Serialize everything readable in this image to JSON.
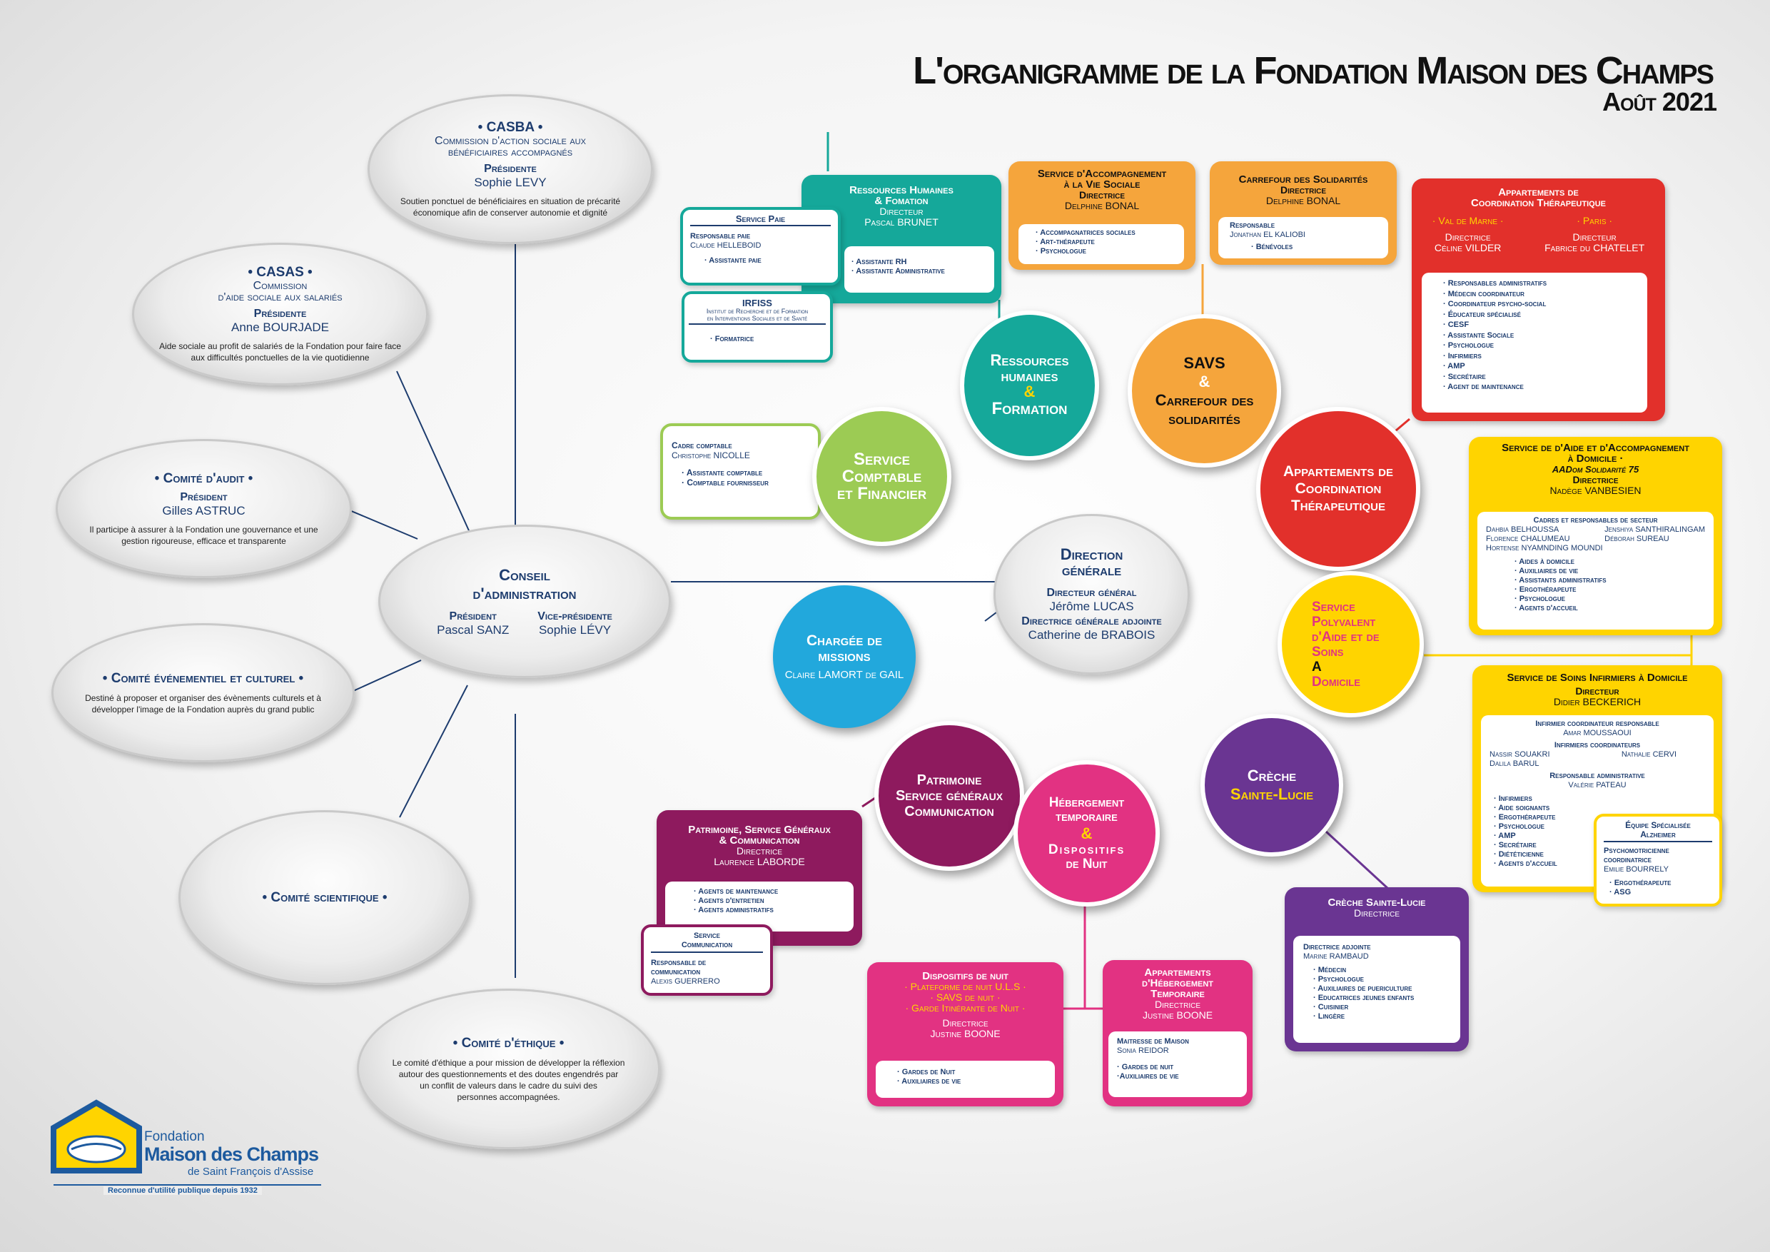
{
  "header": {
    "title": "L'organigramme de la Fondation Maison des Champs",
    "date": "Août 2021"
  },
  "colors": {
    "navy": "#1d3c6e",
    "teal": "#15a89a",
    "orange": "#f5a53c",
    "red": "#e2302b",
    "yellow": "#ffd400",
    "blue": "#22a8dc",
    "purple": "#6a3592",
    "magenta": "#e23282",
    "plum": "#8e1a5e",
    "green": "#9ccb54"
  },
  "conseil": {
    "title1": "Conseil",
    "title2": "d'administration",
    "president_role": "Président",
    "president_name": "Pascal SANZ",
    "vp_role": "Vice-présidente",
    "vp_name": "Sophie LÉVY"
  },
  "casba": {
    "title": "• CASBA •",
    "subtitle1": "Commission d'action sociale aux",
    "subtitle2": "bénéficiaires accompagnés",
    "role": "Présidente",
    "name": "Sophie LEVY",
    "desc1": "Soutien ponctuel de bénéficiaires en situation de précarité",
    "desc2": "économique afin de conserver autonomie et dignité"
  },
  "casas": {
    "title": "• CASAS •",
    "subtitle1": "Commission",
    "subtitle2": "d'aide sociale aux salariés",
    "role": "Présidente",
    "name": "Anne BOURJADE",
    "desc1": "Aide sociale au profit de salariés de la Fondation pour faire face",
    "desc2": "aux difficultés ponctuelles de la vie quotidienne"
  },
  "audit": {
    "title": "• Comité d'audit •",
    "role": "Président",
    "name": "Gilles ASTRUC",
    "desc1": "Il participe à assurer à la Fondation une gouvernance et une",
    "desc2": "gestion rigoureuse, efficace et transparente"
  },
  "evenementiel": {
    "title": "• Comité événementiel et culturel •",
    "desc1": "Destiné à proposer et organiser des évènements culturels et à",
    "desc2": "développer l'image de la Fondation auprès du grand public"
  },
  "scientifique": {
    "title": "• Comité scientifique •"
  },
  "ethique": {
    "title": "• Comité d'éthique •",
    "desc1": "Le comité  d'éthique a pour mission de développer la réflexion",
    "desc2": "autour des questionnements et des doutes engendrés par",
    "desc3": "un conflit de valeurs dans le cadre du suivi des",
    "desc4": "personnes accompagnées."
  },
  "logo": {
    "line1": "Fondation",
    "line2": "Maison des Champs",
    "line3": "de Saint François d'Assise",
    "line4": "Reconnue d'utilité publique depuis 1932"
  },
  "dg": {
    "title1": "Direction",
    "title2": "générale",
    "role1": "Directeur général",
    "name1": "Jérôme LUCAS",
    "role2": "Directrice générale adjointe",
    "name2": "Catherine de BRABOIS"
  },
  "missions": {
    "title1": "Chargée de",
    "title2": "missions",
    "name": "Claire LAMORT de GAIL"
  },
  "comptable": {
    "circle1": "Service",
    "circle2": "Comptable",
    "circle3": "et Financier",
    "box_role": "Cadre comptable",
    "box_name": "Christophe NICOLLE",
    "items": [
      "· Assistante comptable",
      "· Comptable fournisseur"
    ]
  },
  "rh": {
    "circle1": "Ressources",
    "circle2": "humaines",
    "circle3": "&",
    "circle4": "Formation",
    "box_title1": "Ressources Humaines",
    "box_title2": "& Fomation",
    "box_role": "Directeur",
    "box_name": "Pascal BRUNET",
    "items": [
      "· Assistante RH",
      "· Assistante Administrative"
    ],
    "paie": {
      "title": "Service Paie",
      "role": "Responsable paie",
      "name": "Claude HELLEBOID",
      "item": "· Assistante paie"
    },
    "irfiss": {
      "title": "IRFISS",
      "sub1": "Institut de Recherche et de Formation",
      "sub2": "en Interventions Sociales et de Santé",
      "item": "· Formatrice"
    }
  },
  "savs": {
    "circle1": "SAVS",
    "circle2": "&",
    "circle3": "Carrefour des",
    "circle4": "solidarités",
    "box_title1": "Service d'Accompagnement",
    "box_title2": "à la Vie Sociale",
    "box_role": "Directrice",
    "box_name": "Delphine BONAL",
    "items": [
      "· Accompagnatrices sociales",
      "· Art-thérapeute",
      "· Psychologue"
    ]
  },
  "carrefour": {
    "title": "Carrefour des Solidarités",
    "role": "Directrice",
    "name": "Delphine BONAL",
    "resp_role": "Responsable",
    "resp_name": "Jonathan EL KALIOBI",
    "item": "· Bénévoles"
  },
  "act": {
    "circle1": "Appartements de",
    "circle2": "Coordination",
    "circle3": "Thérapeutique",
    "box_title1": "Appartements de",
    "box_title2": "Coordination Thérapeutique",
    "loc1": "· Val de Marne ·",
    "loc2": "· Paris ·",
    "role1": "Directrice",
    "name1": "Céline VILDER",
    "role2": "Directeur",
    "name2": "Fabrice du CHATELET",
    "items": [
      "· Responsables administratifs",
      "· Médecin coordinateur",
      "· Coordinateur psycho-social",
      "· Éducateur spécialisé",
      "· CESF",
      "· Assistante Sociale",
      "· Psychologue",
      "· Infirmiers",
      "· AMP",
      "· Secrétaire",
      "· Agent de maintenance"
    ]
  },
  "spasad": {
    "l1": "Service",
    "l2": "Polyvalent",
    "l3": "d'Aide et de",
    "l4": "Soins",
    "l5": "A",
    "l6": "Domicile"
  },
  "saad": {
    "title1": "Service de d'Aide et d'Accompagnement",
    "title2": "à Domicile ·",
    "title3": "AADom Solidarité 75",
    "role": "Directrice",
    "name": "Nadège VANBESIEN",
    "sect_title": "Cadres et responsables de secteur",
    "names_left": [
      "Dahbia BELHOUSSA",
      "Florence CHALUMEAU",
      "Hortense NYAMNDING MOUNDI"
    ],
    "names_right": [
      "Jenshiya SANTHIRALINGAM",
      "Déborah SUREAU"
    ],
    "items": [
      "· Aides à domicile",
      "· Auxiliaires de vie",
      "· Assistants administratifs",
      "· Ergothérapeute",
      "· Psychologue",
      "· Agents d'accueil"
    ]
  },
  "ssiad": {
    "title": "Service de Soins Infirmiers à Domicile",
    "role": "Directeur",
    "name": "Didier BECKERICH",
    "r1": "Infirmier coordinateur responsable",
    "n1": "Amar MOUSSAOUI",
    "r2": "Infirmiers coordinateurs",
    "n2a": "Nassir SOUAKRI",
    "n2b": "Nathalie CERVI",
    "n2c": "Dalila BARUL",
    "r3": "Responsable administrative",
    "n3": "Valérie PATEAU",
    "items": [
      "· Infirmiers",
      "· Aide soignants",
      "· Ergothérapeute",
      "· Psychologue",
      "· AMP",
      "· Secrétaire",
      "· Diététicienne",
      "· Agents d'accueil"
    ],
    "esa": {
      "title1": "Équipe Spécialisée",
      "title2": "Alzheimer",
      "r1": "Psychomotricienne",
      "r2": "coordinatrice",
      "name": "Emilie BOURRELY",
      "items": [
        "· Ergothérapeute",
        "· ASG"
      ]
    }
  },
  "creche": {
    "circle1": "Crèche",
    "circle2": "Sainte-Lucie",
    "box_title": "Crèche Sainte-Lucie",
    "box_role": "Directrice",
    "adj_role": "Directrice adjointe",
    "adj_name": "Marine RAMBAUD",
    "items": [
      "· Médecin",
      "· Psychologue",
      "· Auxiliaires de puericulture",
      "· Educatrices jeunes enfants",
      "· Cuisinier",
      "· Lingère"
    ]
  },
  "patrimoine": {
    "circle1": "Patrimoine",
    "circle2": "Service généraux",
    "circle3": "Communication",
    "box_title1": "Patrimoine, Service Généraux",
    "box_title2": "& Communication",
    "box_role": "Directrice",
    "box_name": "Laurence LABORDE",
    "items": [
      "· Agents de maintenance",
      "· Agents d'entretien",
      "· Agents administratifs"
    ],
    "com": {
      "title1": "Service",
      "title2": "Communication",
      "role1": "Responsable de",
      "role2": "communication",
      "name": "Alexis GUERRERO"
    }
  },
  "hebergement": {
    "circle1": "Hébergement",
    "circle2": "temporaire",
    "circle3": "&",
    "circle4": "Dispositifs",
    "circle5": "de Nuit",
    "nuit": {
      "title": "Dispositifs de nuit",
      "o1": "· Plateforme de nuit U.L.S ·",
      "o2": "· SAVS de nuit ·",
      "o3": "· Garde Itinérante de Nuit ·",
      "role": "Directrice",
      "name": "Justine BOONE",
      "items": [
        "· Gardes de Nuit",
        "· Auxiliaires de vie"
      ]
    },
    "appt": {
      "title1": "Appartements",
      "title2": "d'Hébergement",
      "title3": "Temporaire",
      "role": "Directrice",
      "name": "Justine BOONE",
      "m_role": "Maitresse de Maison",
      "m_name": "Sonia REIDOR",
      "items": [
        "· Gardes de nuit",
        "·Auxiliaires de vie"
      ]
    }
  }
}
